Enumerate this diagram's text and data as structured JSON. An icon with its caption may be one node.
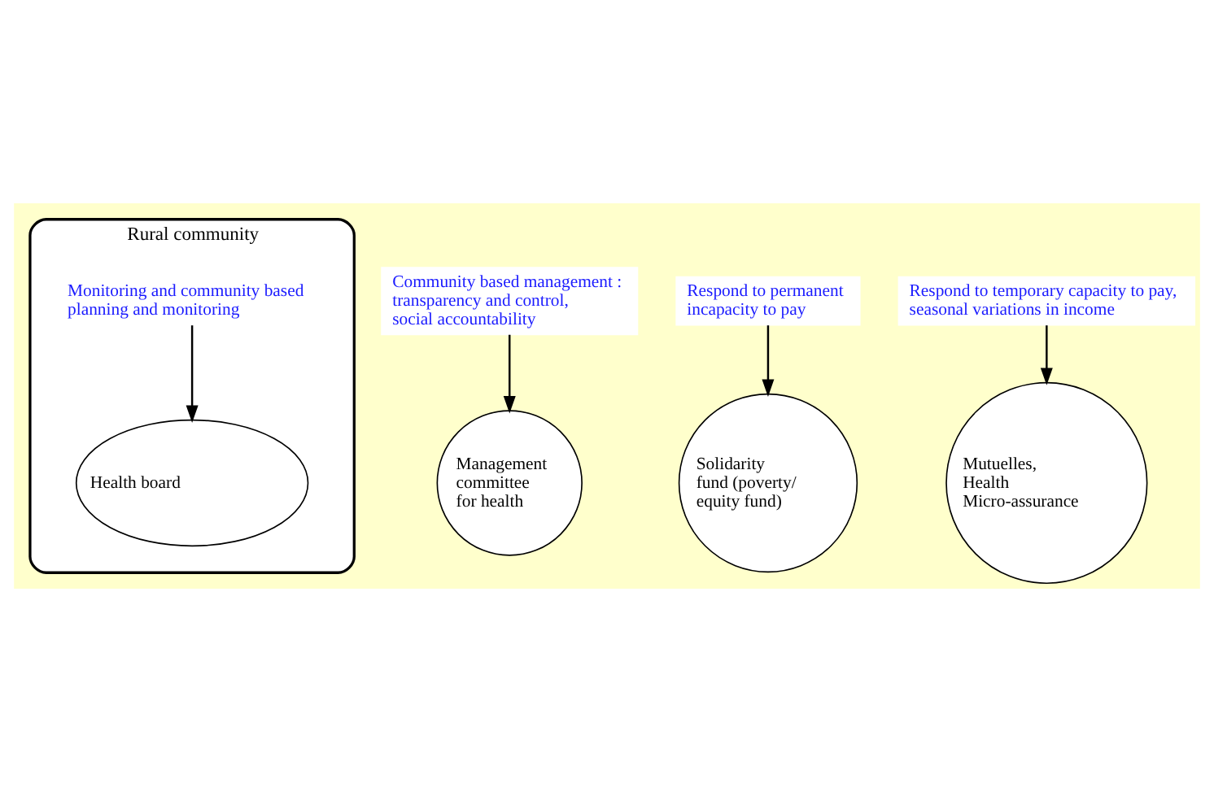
{
  "diagram": {
    "nodes": [
      {
        "text": [
          "Rural community"
        ]
      },
      {
        "text": [
          "Management committee for health"
        ]
      },
      {
        "text": [
          "Monitoring and community based planning and monitoring"
        ],
        "in": 0
      },
      {
        "text": [
          "Health board"
        ],
        "in": 0
      },
      {
        "text": [
          "Community based management : transparency and control, social accountability"
        ]
      },
      {
        "text": [
          "Solidarity fund (poverty/ equity fund)"
        ]
      },
      {
        "text": [
          "Mutuelles, Health Micro-assurance"
        ]
      },
      {
        "text": [
          "Respond to permanent incapacity to pay"
        ]
      },
      {
        "text": [
          "Respond to temporary capacity to pay, seasonal variations in income"
        ]
      }
    ],
    "edges": [
      {
        "from": 2,
        "to": 3,
        "arrow": "to"
      },
      {
        "from": 4,
        "to": 1,
        "arrow": "to"
      },
      {
        "from": 7,
        "to": 5,
        "arrow": "to"
      },
      {
        "from": 8,
        "to": 6,
        "arrow": "to"
      }
    ]
  }
}
